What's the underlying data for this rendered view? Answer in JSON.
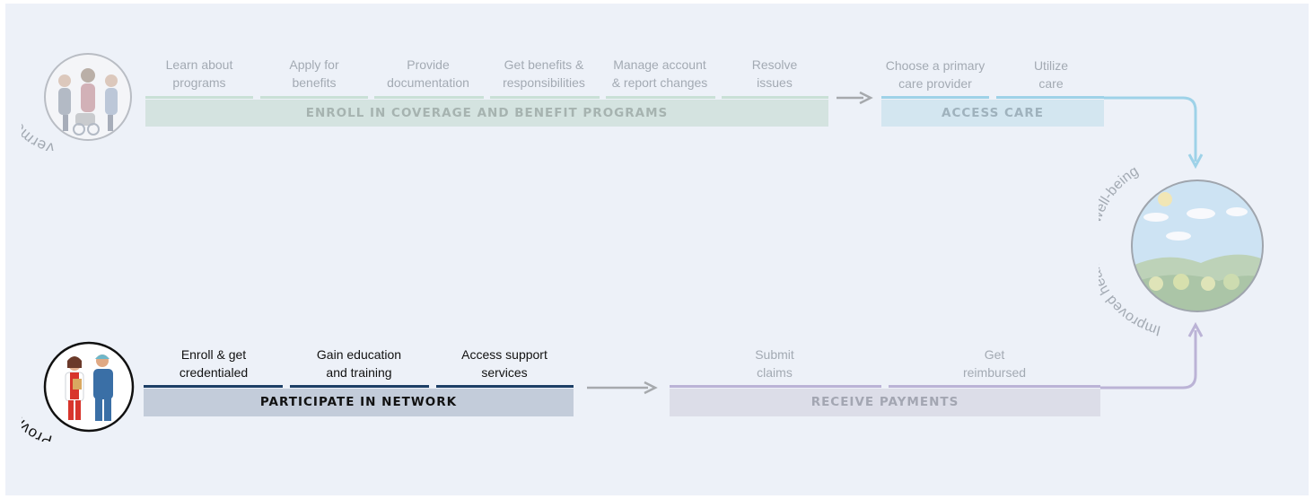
{
  "vermonters": {
    "label": "Vermonters",
    "steps": [
      {
        "label": "Learn about\nprograms"
      },
      {
        "label": "Apply for\nbenefits"
      },
      {
        "label": "Provide\ndocumentation"
      },
      {
        "label": "Get benefits &\nresponsibilities"
      },
      {
        "label": "Manage account\n& report changes"
      },
      {
        "label": "Resolve\nissues"
      }
    ],
    "enroll_band": "ENROLL IN COVERAGE AND BENEFIT PROGRAMS",
    "care_steps": [
      {
        "label": "Choose a primary\ncare provider"
      },
      {
        "label": "Utilize\ncare"
      }
    ],
    "care_band": "ACCESS CARE"
  },
  "providers": {
    "label": "Providers",
    "steps": [
      {
        "label": "Enroll & get\ncredentialed"
      },
      {
        "label": "Gain education\nand training"
      },
      {
        "label": "Access support\nservices"
      }
    ],
    "network_band": "PARTICIPATE IN NETWORK",
    "payment_steps": [
      {
        "label": "Submit\nclaims"
      },
      {
        "label": "Get\nreimbursed"
      }
    ],
    "payment_band": "RECEIVE PAYMENTS"
  },
  "outcome": {
    "label": "Improved health and well-being"
  },
  "colors": {
    "enroll_line": "#c9e0d6",
    "enroll_band": "#d4e3e0",
    "care_line": "#9ed2e8",
    "care_band": "#d3e6f0",
    "network_line": "#1d3f66",
    "network_band": "#c3ccda",
    "payment_line": "#bbb3d6",
    "payment_band": "#dcdde8",
    "gray_arrow": "#a6a9ad"
  }
}
